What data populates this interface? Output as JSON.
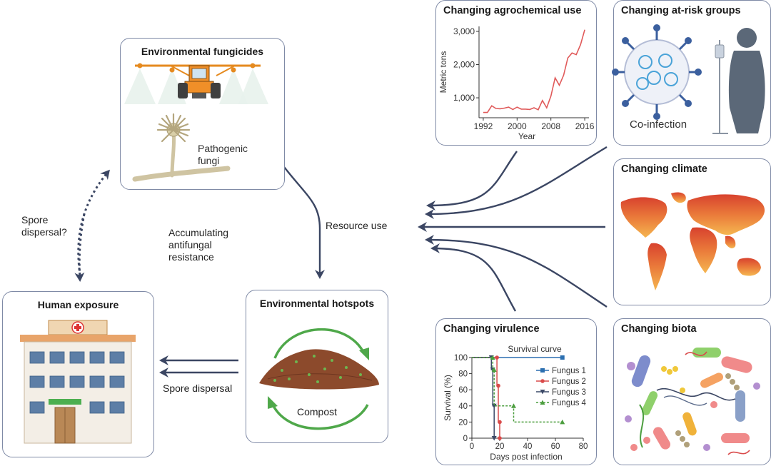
{
  "boxes": {
    "fungicides": {
      "title": "Environmental fungicides",
      "label": "Pathogenic fungi"
    },
    "human": {
      "title": "Human exposure"
    },
    "hotspots": {
      "title": "Environmental hotspots",
      "label": "Compost"
    },
    "agrochem": {
      "title": "Changing agrochemical use"
    },
    "atrisk": {
      "title": "Changing at-risk groups",
      "label": "Co-infection"
    },
    "climate": {
      "title": "Changing climate"
    },
    "virulence": {
      "title": "Changing virulence"
    },
    "biota": {
      "title": "Changing biota"
    }
  },
  "labels": {
    "spore_dispersal_q_1": "Spore",
    "spore_dispersal_q_2": "dispersal?",
    "accumulating_1": "Accumulating",
    "accumulating_2": "antifungal",
    "accumulating_3": "resistance",
    "resource_use": "Resource use",
    "spore_dispersal": "Spore dispersal"
  },
  "colors": {
    "arrow": "#3b4663",
    "box_border": "#7f8aa6",
    "line_red": "#e05a5a",
    "compost": "#8c4a2c",
    "green_cycle": "#4fa84a"
  },
  "chart_data": [
    {
      "type": "line",
      "title": "Changing agrochemical use",
      "xlabel": "Year",
      "ylabel": "Metric tons",
      "xlim": [
        1991,
        2017
      ],
      "ylim": [
        400,
        3150
      ],
      "xticks": [
        "1992",
        "2000",
        "2008",
        "2016"
      ],
      "yticks": [
        "1,000",
        "2,000",
        "3,000"
      ],
      "x": [
        1992,
        1993,
        1994,
        1995,
        1996,
        1997,
        1998,
        1999,
        2000,
        2001,
        2002,
        2003,
        2004,
        2005,
        2006,
        2007,
        2008,
        2009,
        2010,
        2011,
        2012,
        2013,
        2014,
        2015,
        2016
      ],
      "values": [
        560,
        560,
        760,
        680,
        670,
        690,
        720,
        650,
        720,
        660,
        660,
        650,
        700,
        640,
        920,
        700,
        1050,
        1600,
        1380,
        1680,
        2200,
        2350,
        2300,
        2600,
        3050
      ]
    },
    {
      "type": "line",
      "title": "Survival curve",
      "xlabel": "Days post infection",
      "ylabel": "Survival (%)",
      "xlim": [
        0,
        80
      ],
      "ylim": [
        0,
        100
      ],
      "xticks": [
        "0",
        "20",
        "40",
        "60",
        "80"
      ],
      "yticks": [
        "0",
        "20",
        "40",
        "60",
        "80",
        "100"
      ],
      "legend_position": "right",
      "series": [
        {
          "name": "Fungus 1",
          "color": "#2b6fb0",
          "dash": false,
          "marker": "square",
          "x": [
            0,
            65
          ],
          "y": [
            100,
            100
          ]
        },
        {
          "name": "Fungus 2",
          "color": "#d94a4a",
          "dash": false,
          "marker": "circle",
          "x": [
            0,
            18,
            18,
            19,
            19,
            20,
            20
          ],
          "y": [
            100,
            100,
            65,
            65,
            20,
            20,
            0
          ]
        },
        {
          "name": "Fungus 3",
          "color": "#3c4a68",
          "dash": false,
          "marker": "triangle-down",
          "x": [
            0,
            14,
            14,
            15,
            15,
            16,
            16
          ],
          "y": [
            100,
            100,
            85,
            85,
            40,
            40,
            0
          ]
        },
        {
          "name": "Fungus 4",
          "color": "#4c9e3f",
          "dash": true,
          "marker": "triangle",
          "x": [
            0,
            15,
            15,
            16,
            16,
            30,
            30,
            65
          ],
          "y": [
            100,
            100,
            85,
            85,
            40,
            40,
            20,
            20
          ]
        }
      ]
    }
  ]
}
